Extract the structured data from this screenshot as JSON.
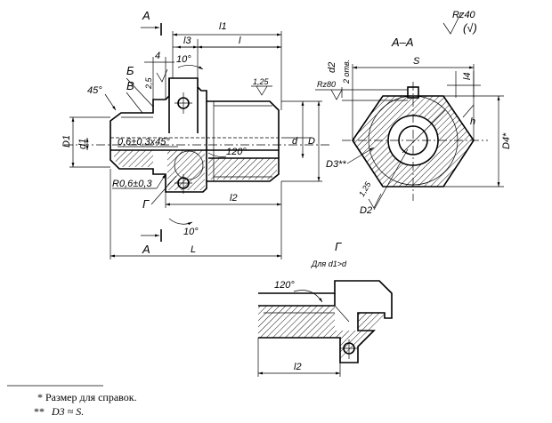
{
  "view_main": {
    "section_top": "А",
    "section_bottom": "А",
    "l1": "l1",
    "l3": "l3",
    "l": "l",
    "dim_4": "4",
    "angle_10_top": "10°",
    "label_b": "Б",
    "label_v": "В",
    "angle_45": "45°",
    "rough_25": "2,5",
    "rough_125": "1,25",
    "d1": "d1",
    "D1": "D1",
    "chamfer": "0,6±0,3x45°",
    "angle_120": "120°",
    "d": "d",
    "D": "D",
    "r06": "R0,6±0,3",
    "label_g": "Г",
    "l2": "l2",
    "angle_10_bottom": "10°",
    "L": "L"
  },
  "roughness_general": {
    "value": "Rz40",
    "symbol": "(√)"
  },
  "view_section": {
    "title": "А–А",
    "S": "S",
    "d2": "d2",
    "holes": "2 отв.",
    "rz80": "Rz80",
    "l4": "l4",
    "D4": "D4*",
    "D3": "D3**",
    "rough_125": "1,25",
    "D2": "D2",
    "h": "h"
  },
  "view_detail": {
    "title": "Г",
    "note": "Для d1>d",
    "angle_120": "120°",
    "l2": "l2"
  },
  "footnotes": {
    "f1": "* Размер для справок.",
    "f2_prefix": "**",
    "f2_text": "D3 ≈ S."
  }
}
